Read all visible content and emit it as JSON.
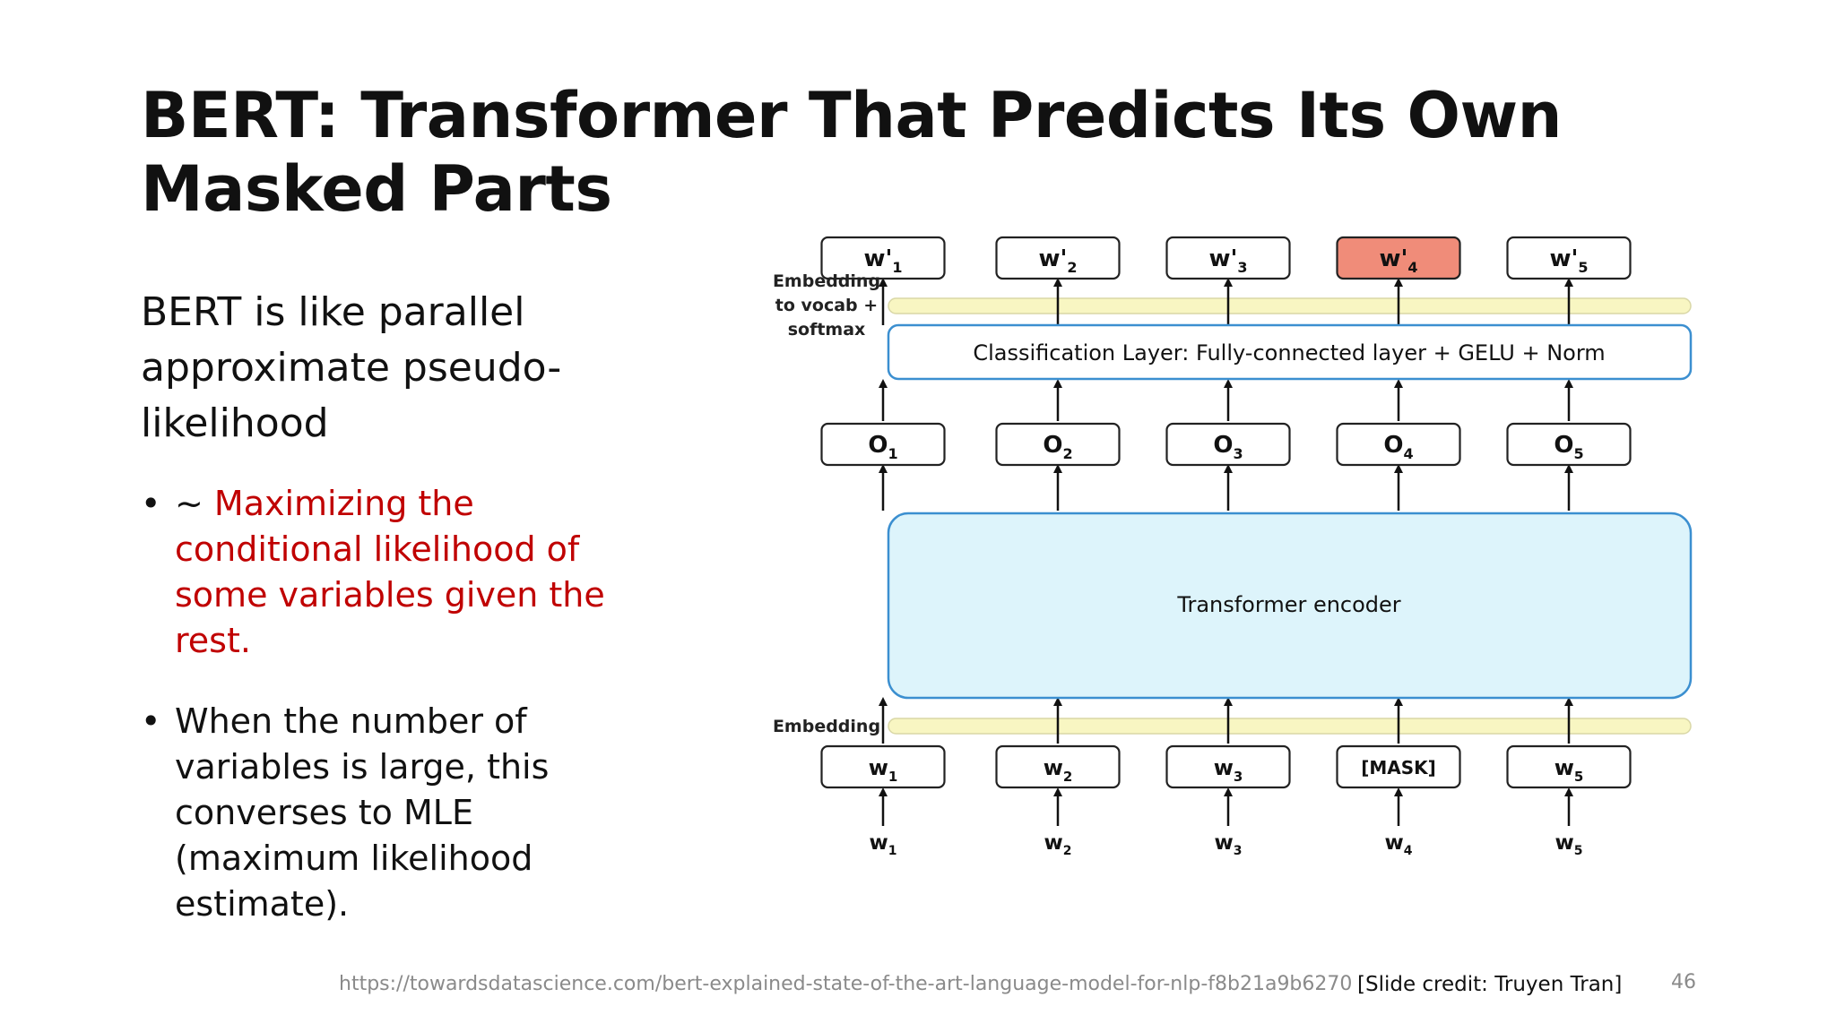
{
  "slide": {
    "title_lines": [
      "BERT: Transformer That Predicts Its Own",
      "Masked Parts"
    ],
    "lead_lines": [
      "BERT is like parallel",
      "approximate pseudo-",
      "likelihood"
    ],
    "bullets": [
      {
        "symbol": "•",
        "lines": [
          {
            "prefix": "~ ",
            "text": "Maximizing the"
          },
          {
            "prefix": "",
            "text": "conditional likelihood of"
          },
          {
            "prefix": "",
            "text": "some variables given the"
          },
          {
            "prefix": "",
            "text": "rest."
          }
        ]
      },
      {
        "symbol": "•",
        "lines": [
          "When the number of",
          "variables is large, this",
          "converses to MLE",
          "(maximum likelihood",
          "estimate)."
        ]
      }
    ],
    "accent_color": "#c00000",
    "footer": {
      "url": "https://towardsdatascience.com/bert-explained-state-of-the-art-language-model-for-nlp-f8b21a9b6270",
      "credit": "[Slide credit: Truyen Tran]",
      "page_number": "46"
    }
  },
  "diagram": {
    "top_outputs": [
      {
        "base": "w'",
        "sub": "1",
        "highlight": false
      },
      {
        "base": "w'",
        "sub": "2",
        "highlight": false
      },
      {
        "base": "w'",
        "sub": "3",
        "highlight": false
      },
      {
        "base": "w'",
        "sub": "4",
        "highlight": true
      },
      {
        "base": "w'",
        "sub": "5",
        "highlight": false
      }
    ],
    "vocab_label_lines": [
      "Embedding",
      "to vocab +",
      "softmax"
    ],
    "classification_label": "Classification Layer: Fully-connected layer + GELU + Norm",
    "o_outputs": [
      {
        "base": "O",
        "sub": "1"
      },
      {
        "base": "O",
        "sub": "2"
      },
      {
        "base": "O",
        "sub": "3"
      },
      {
        "base": "O",
        "sub": "4"
      },
      {
        "base": "O",
        "sub": "5"
      }
    ],
    "encoder_label": "Transformer encoder",
    "embedding_label": "Embedding",
    "input_tokens": [
      {
        "base": "w",
        "sub": "1"
      },
      {
        "base": "w",
        "sub": "2"
      },
      {
        "base": "w",
        "sub": "3"
      },
      {
        "base": "[MASK]",
        "sub": ""
      },
      {
        "base": "w",
        "sub": "5"
      }
    ],
    "raw_words": [
      {
        "base": "w",
        "sub": "1"
      },
      {
        "base": "w",
        "sub": "2"
      },
      {
        "base": "w",
        "sub": "3"
      },
      {
        "base": "w",
        "sub": "4"
      },
      {
        "base": "w",
        "sub": "5"
      }
    ],
    "colors": {
      "highlight_fill": "#f08c79",
      "encoder_fill": "#ddf4fb",
      "layer_border": "#3b8fd0",
      "band_fill": "#f8f6c2"
    }
  }
}
